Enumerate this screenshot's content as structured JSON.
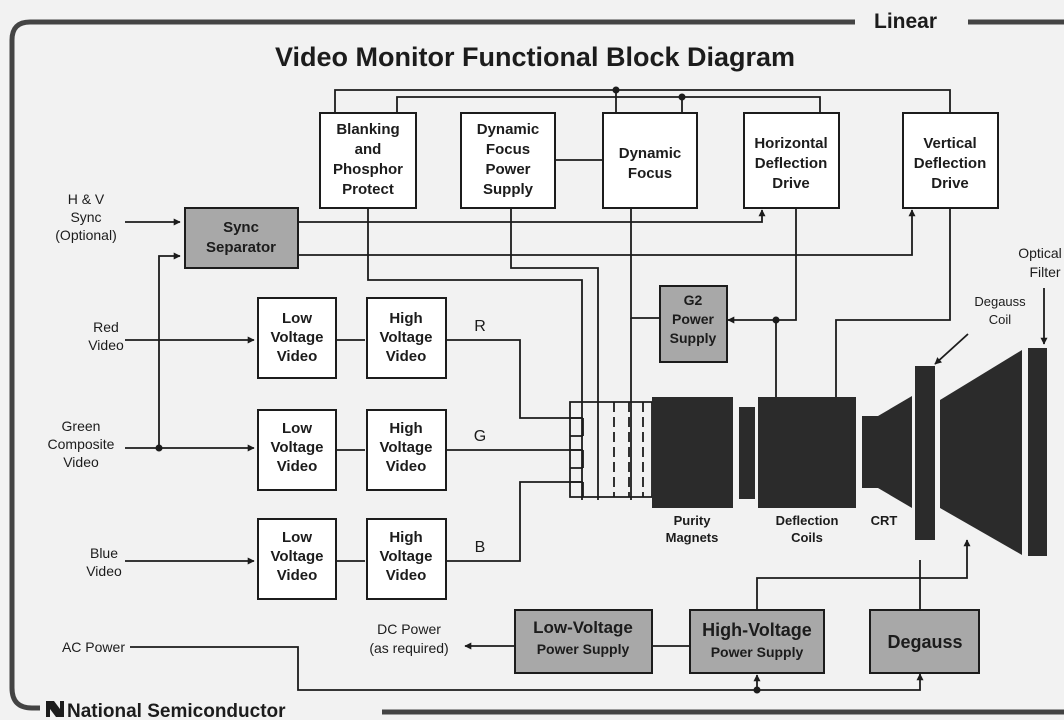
{
  "header": {
    "tag": "Linear",
    "title": "Video Monitor Functional Block Diagram"
  },
  "footer": {
    "logo_text": "National Semiconductor"
  },
  "inputs": {
    "hv_sync": [
      "H & V",
      "Sync",
      "(Optional)"
    ],
    "red": [
      "Red",
      "Video"
    ],
    "green": [
      "Green",
      "Composite",
      "Video"
    ],
    "blue": [
      "Blue",
      "Video"
    ],
    "ac_power": "AC Power",
    "dc_power": [
      "DC Power",
      "(as required)"
    ]
  },
  "blocks": {
    "blanking": [
      "Blanking",
      "and",
      "Phosphor",
      "Protect"
    ],
    "dyn_focus_ps": [
      "Dynamic",
      "Focus",
      "Power",
      "Supply"
    ],
    "dyn_focus": [
      "Dynamic",
      "Focus"
    ],
    "horiz_drive": [
      "Horizontal",
      "Deflection",
      "Drive"
    ],
    "vert_drive": [
      "Vertical",
      "Deflection",
      "Drive"
    ],
    "sync_sep": [
      "Sync",
      "Separator"
    ],
    "g2_ps": [
      "G2",
      "Power",
      "Supply"
    ],
    "low_voltage_video": [
      "Low",
      "Voltage",
      "Video"
    ],
    "high_voltage_video": [
      "High",
      "Voltage",
      "Video"
    ],
    "lv_ps": [
      "Low-Voltage",
      "Power Supply"
    ],
    "hv_ps": [
      "High-Voltage",
      "Power Supply"
    ],
    "degauss": "Degauss"
  },
  "channel_labels": [
    "R",
    "G",
    "B"
  ],
  "tube_labels": {
    "purity": [
      "Purity",
      "Magnets"
    ],
    "deflection": [
      "Deflection",
      "Coils"
    ],
    "crt": "CRT",
    "degauss_coil": [
      "Degauss",
      "Coil"
    ],
    "optical_filter": [
      "Optical",
      "Filter"
    ]
  },
  "colors": {
    "block_light": "#ffffff",
    "block_shaded": "#a8a8a8",
    "line": "#1c1c1c",
    "background": "#f2f2f2"
  }
}
